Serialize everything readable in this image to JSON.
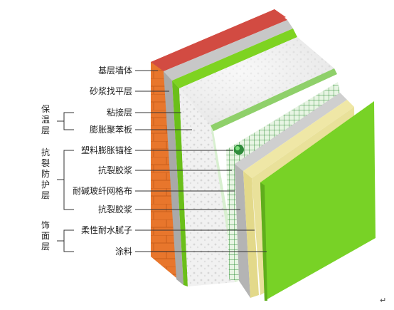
{
  "layers": [
    {
      "id": "base-wall",
      "label": "基层墙体"
    },
    {
      "id": "mortar",
      "label": "砂浆找平层"
    },
    {
      "id": "adhesive",
      "label": "粘接层"
    },
    {
      "id": "eps-board",
      "label": "膨胀聚苯板"
    },
    {
      "id": "anchor",
      "label": "塑料膨胀锚栓"
    },
    {
      "id": "crack-mortar-1",
      "label": "抗裂胶浆"
    },
    {
      "id": "mesh",
      "label": "耐碱玻纤网格布"
    },
    {
      "id": "crack-mortar-2",
      "label": "抗裂胶浆"
    },
    {
      "id": "putty",
      "label": "柔性耐水腻子"
    },
    {
      "id": "paint",
      "label": "涂料"
    }
  ],
  "groups": [
    {
      "id": "insulation",
      "chars": [
        "保",
        "温",
        "层"
      ]
    },
    {
      "id": "anti-crack",
      "chars": [
        "抗",
        "裂",
        "防",
        "护",
        "层"
      ]
    },
    {
      "id": "finish",
      "chars": [
        "饰",
        "面",
        "层"
      ]
    }
  ],
  "colors": {
    "brick": "#e8762c",
    "brick_top": "#d9534a",
    "mortar": "#b9b9b9",
    "green": "#7ed321",
    "eps": "#f4f4f4",
    "mesh": "#3f9f3a",
    "putty": "#e9e19a",
    "paint": "#78d226"
  },
  "corner_mark": "↵"
}
